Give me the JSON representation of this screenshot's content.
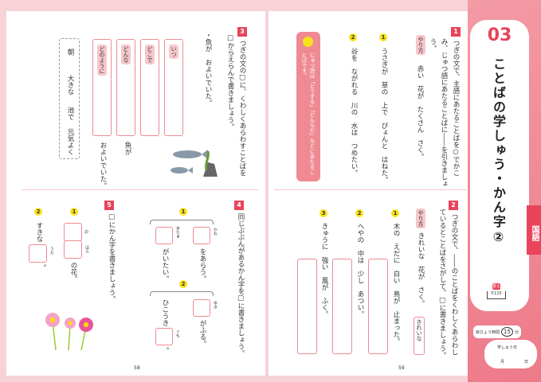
{
  "sidebar": {
    "unit": "03",
    "title": "ことばの学しゅう・かん字②",
    "subject": "国語",
    "answer_label": "答え",
    "answer_page": "P.115",
    "goal_label": "目ひょう時間",
    "goal_minutes": "15",
    "goal_unit": "分",
    "date_label": "学しゅう日",
    "month": "月",
    "day": "日"
  },
  "p59": {
    "page_no": "59",
    "q1": {
      "num": "1",
      "instr1": "つぎの文で、主語にあたることばを○でかこ",
      "instr2": "み、じゅつ語にあたることばに――を引きましょ",
      "instr3": "う。",
      "example_tag": "やり方",
      "example": "赤い　花が　たくさん　さく。",
      "items": [
        {
          "n": "1",
          "text": "うさぎが　草の　上で　ぴょんと　はねた。"
        },
        {
          "n": "2",
          "text": "谷を　ながれる　川の　水は　つめたい。"
        }
      ],
      "hint": "じゅつ語は「どうする」「どんなだ」などにあたることばです。"
    },
    "q2": {
      "num": "2",
      "instr1": "つぎの文で、――のことばをくわしくあらわし",
      "instr2": "ているとことばをさがして、□に書きましょう。",
      "example_tag": "やり方",
      "example": "きれいな　花が　さく。",
      "example_answer": "きれいな",
      "items": [
        {
          "n": "1",
          "text": "木の　えだに　白い　鳥が　止まった。"
        },
        {
          "n": "2",
          "text": "へやの　中は　少し　あつい。"
        },
        {
          "n": "3",
          "text": "きゅうに　強い　風が　ふく。"
        }
      ]
    }
  },
  "p58": {
    "page_no": "58",
    "q3": {
      "num": "3",
      "instr1": "つぎの文の□に、くわしくあらわすことばを",
      "instr2": "□からえらんで書きましょう。",
      "sentence": "・魚が　およいでいた。",
      "tags": [
        "いつ",
        "どこで",
        "どんな",
        "どのように"
      ],
      "tail1": "魚が",
      "tail2": "およいでいた。",
      "words": [
        "朝",
        "大きな",
        "池で",
        "元気よく"
      ]
    },
    "q4": {
      "num": "4",
      "instr": "同じぶぶんがあるかん字を□に書きましょう。",
      "g1": {
        "n": "1",
        "r1": "かお",
        "t1": "をあらう。",
        "r2": "あたま",
        "t2": "がいたい。"
      },
      "g2": {
        "n": "2",
        "r1": "ゆき",
        "t1": "がふる。",
        "t2": "ひこうき",
        "r2": "ぐも",
        "t3": "。"
      }
    },
    "q5": {
      "num": "5",
      "instr": "□にかん字を書きましょう。",
      "i1": {
        "n": "1",
        "r1": "の",
        "r2": "はら",
        "tail": "の花。"
      },
      "i2": {
        "n": "2",
        "head": "すきな",
        "r": "うた",
        "tail": "。"
      }
    }
  },
  "colors": {
    "accent": "#e8445a",
    "box": "#ef8a93",
    "pink": "#f7c7cc"
  }
}
